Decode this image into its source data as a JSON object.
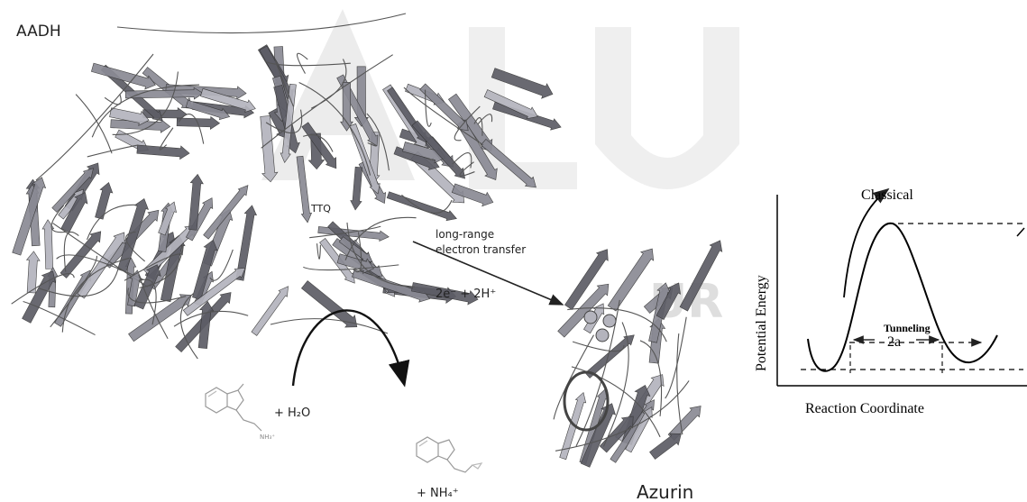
{
  "labels": {
    "enzyme": "AADH",
    "cofactor": "TTQ",
    "et_line1": "long-range",
    "et_line2": "electron transfer",
    "et_charges": "2e⁻ + 2H⁺",
    "reactant_water": "+ H₂O",
    "substituent_amine": "NH₃⁺",
    "product_ammonium": "+ NH₄⁺",
    "partner_protein": "Azurin",
    "watermark": "UR"
  },
  "energy_diagram": {
    "top_label": "Classical",
    "tunnel_label": "Tunneling",
    "width_label": "2a",
    "y_axis_label": "Potential Energy",
    "x_axis_label": "Reaction Coordinate"
  },
  "colors": {
    "ribbon_dark": "#5d5d66",
    "ribbon_mid": "#8a8a94",
    "ribbon_light": "#b4b4bd",
    "line": "#222222",
    "watermark": "#e6e6e6"
  }
}
